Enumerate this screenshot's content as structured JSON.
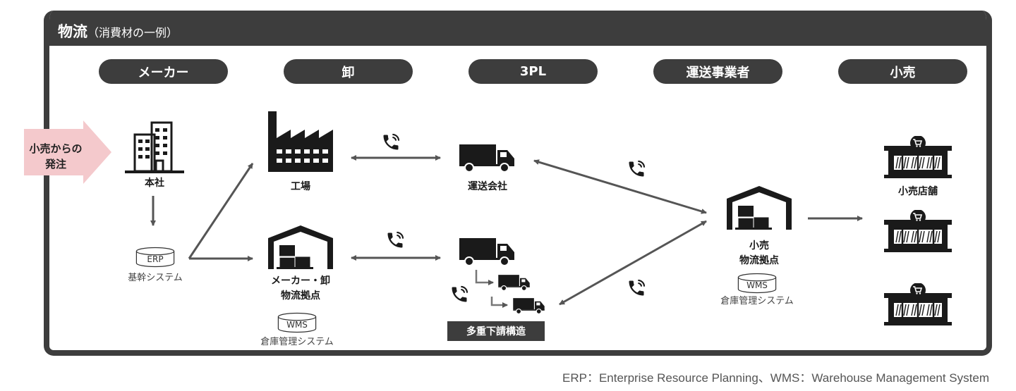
{
  "frame": {
    "title": "物流",
    "subtitle": "（消費材の一例）"
  },
  "columns": [
    {
      "label": "メーカー"
    },
    {
      "label": "卸"
    },
    {
      "label": "3PL"
    },
    {
      "label": "運送事業者"
    },
    {
      "label": "小売"
    }
  ],
  "order_arrow": {
    "line1": "小売からの",
    "line2": "発注"
  },
  "nodes": {
    "headquarters": {
      "label": "本社"
    },
    "erp": {
      "label": "ERP",
      "caption": "基幹システム"
    },
    "factory": {
      "label": "工場"
    },
    "maker_wholesale_hub": {
      "line1": "メーカー・卸",
      "line2": "物流拠点"
    },
    "wms_left": {
      "label": "WMS",
      "caption": "倉庫管理システム"
    },
    "transport_company": {
      "label": "運送会社"
    },
    "multi_layer": {
      "label": "多重下請構造"
    },
    "retail_hub": {
      "line1": "小売",
      "line2": "物流拠点"
    },
    "wms_right": {
      "label": "WMS",
      "caption": "倉庫管理システム"
    },
    "retail_stores": {
      "label": "小売店舗"
    }
  },
  "footnote": "ERP：Enterprise Resource Planning、WMS：Warehouse Management System",
  "colors": {
    "frame": "#3d3d3d",
    "arrow": "#555555",
    "order_arrow": "#f4c9cc",
    "icon": "#1a1a1a"
  }
}
